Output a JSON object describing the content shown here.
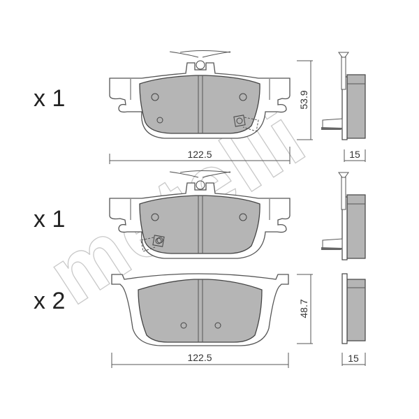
{
  "watermark": "metelli",
  "rows": [
    {
      "quantity": "x 1",
      "width": "122.5",
      "height": "53.9",
      "thickness": "15",
      "wear_sensor": "right"
    },
    {
      "quantity": "x 1",
      "wear_sensor": "left"
    },
    {
      "quantity": "x 2",
      "width": "122.5",
      "height": "48.7",
      "thickness": "15"
    }
  ]
}
